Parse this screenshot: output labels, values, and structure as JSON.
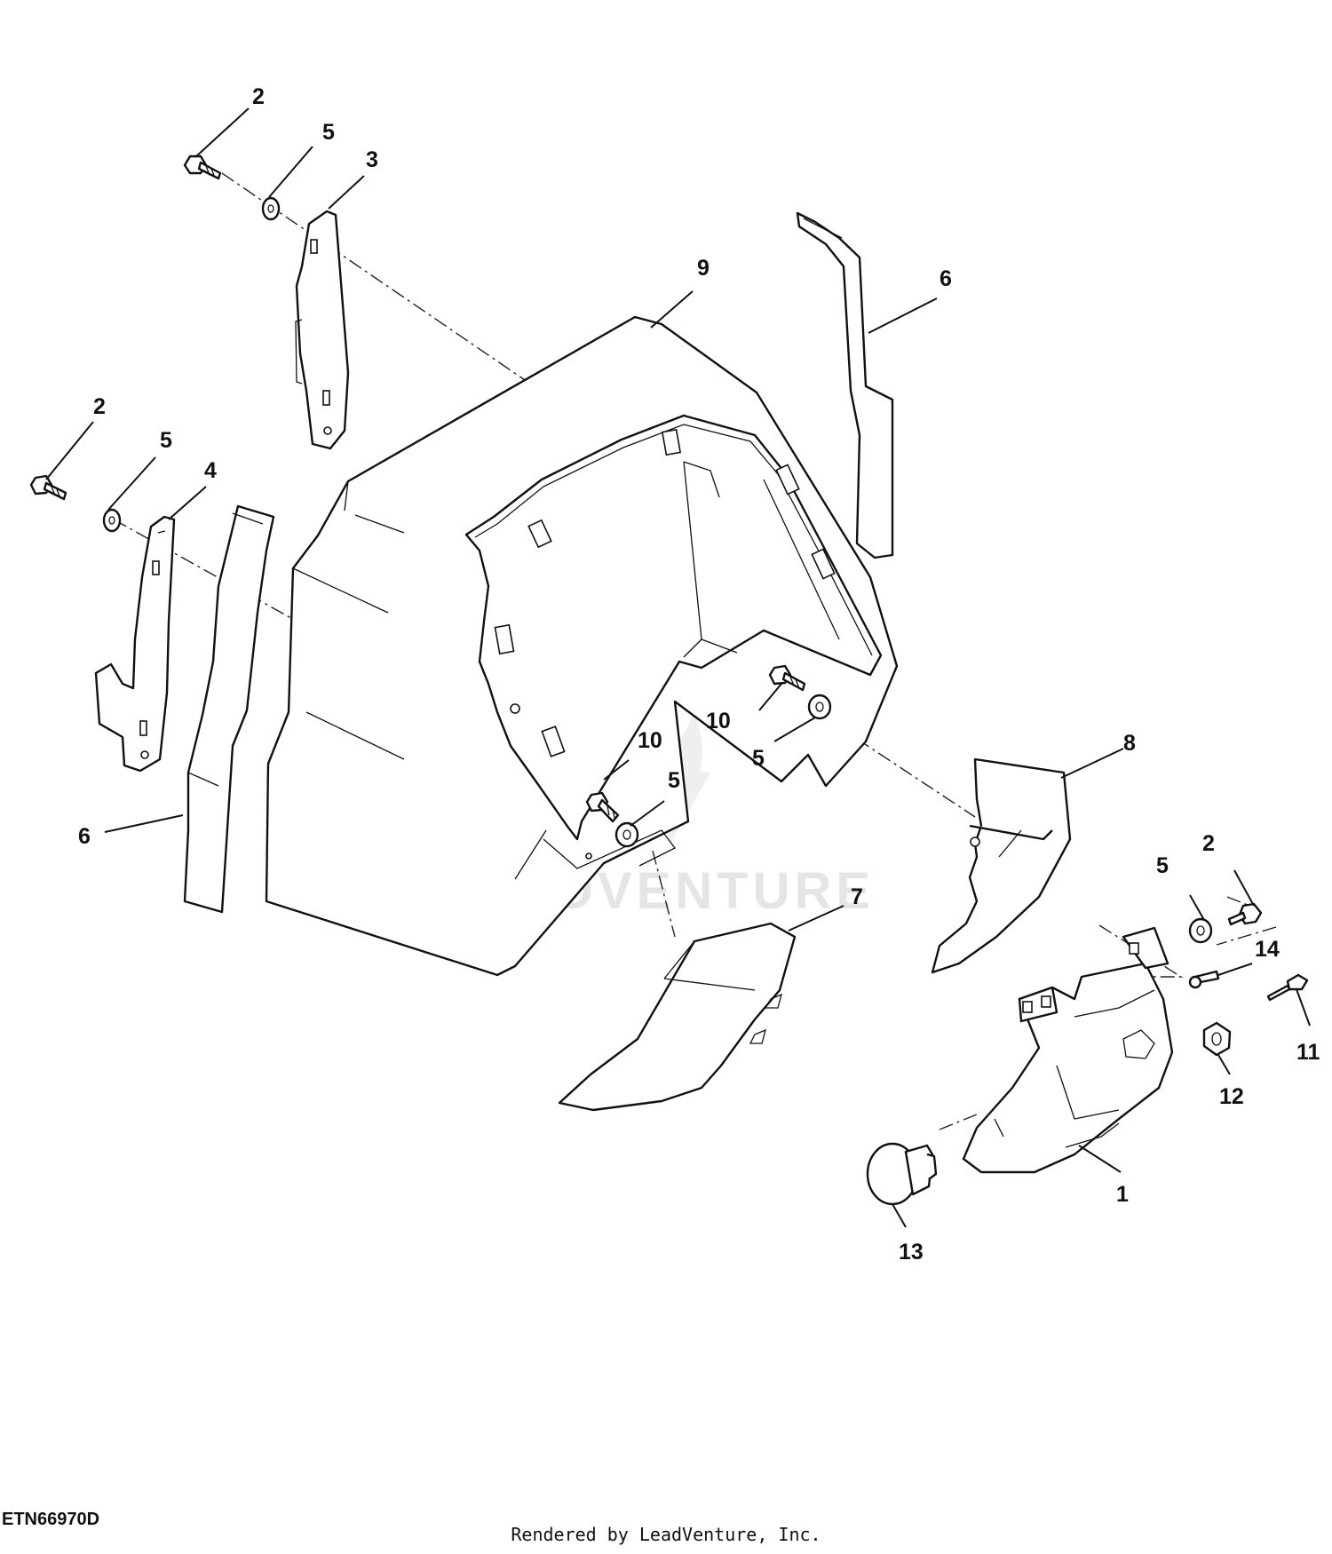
{
  "figure_id": "ETN66970D",
  "render_credit": "Rendered by LeadVenture, Inc.",
  "watermark": "LEADVENTURE",
  "callouts": {
    "c2a": "2",
    "c5a": "5",
    "c3": "3",
    "c9": "9",
    "c6a": "6",
    "c2b": "2",
    "c5b": "5",
    "c4": "4",
    "c6b": "6",
    "c10a": "10",
    "c5c": "5",
    "c10b": "10",
    "c5d": "5",
    "c8": "8",
    "c7": "7",
    "c5e": "5",
    "c2c": "2",
    "c14": "14",
    "c11": "11",
    "c12": "12",
    "c1": "1",
    "c13": "13"
  }
}
